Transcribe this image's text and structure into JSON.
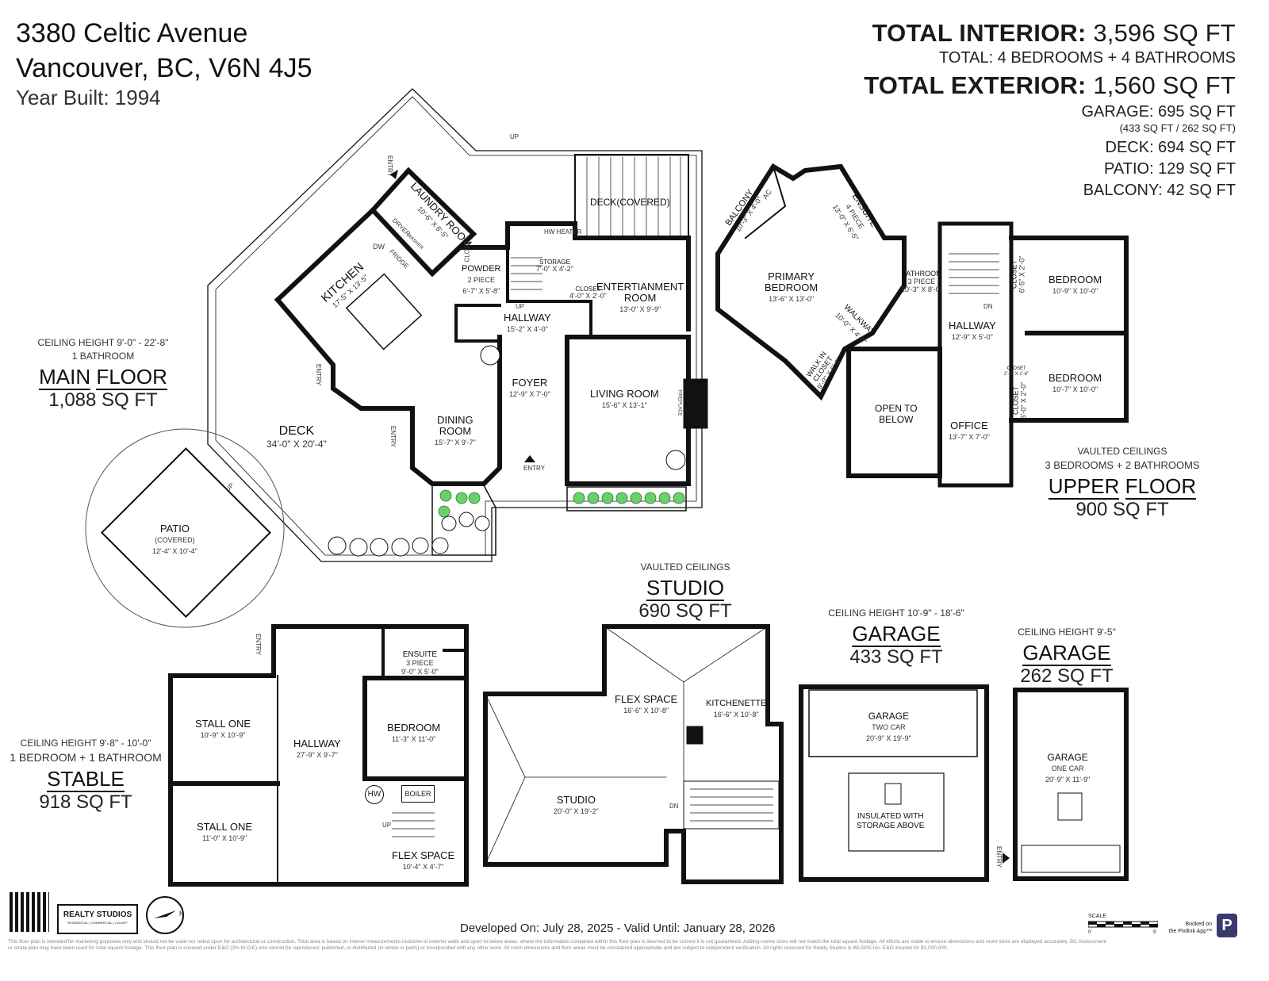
{
  "header": {
    "address_line1": "3380 Celtic Avenue",
    "address_line2": "Vancouver, BC, V6N 4J5",
    "year_built": "Year Built: 1994"
  },
  "totals": {
    "interior_label": "TOTAL INTERIOR:",
    "interior_value": "3,596 SQ FT",
    "rooms_summary": "TOTAL: 4 BEDROOMS + 4 BATHROOMS",
    "exterior_label": "TOTAL EXTERIOR:",
    "exterior_value": "1,560 SQ FT",
    "garage": "GARAGE: 695 SQ FT",
    "garage_breakdown": "(433 SQ FT / 262 SQ FT)",
    "deck": "DECK: 694 SQ FT",
    "patio": "PATIO: 129 SQ FT",
    "balcony": "BALCONY: 42 SQ FT"
  },
  "floors": {
    "main": {
      "ceiling": "CEILING HEIGHT 9'-0\" - 22'-8\"",
      "summary": "1 BATHROOM",
      "name_a": "MAIN",
      "name_b": "FLOOR",
      "area": "1,088 SQ FT"
    },
    "upper": {
      "ceiling": "VAULTED CEILINGS",
      "summary": "3 BEDROOMS + 2 BATHROOMS",
      "name_a": "UPPER",
      "name_b": "FLOOR",
      "area": "900 SQ FT"
    },
    "studio": {
      "ceiling": "VAULTED CEILINGS",
      "name": "STUDIO",
      "area": "690 SQ FT"
    },
    "garage1": {
      "ceiling": "CEILING HEIGHT 10'-9\" - 18'-6\"",
      "name": "GARAGE",
      "area": "433 SQ FT"
    },
    "garage2": {
      "ceiling": "CEILING HEIGHT 9'-5\"",
      "name": "GARAGE",
      "area": "262 SQ FT"
    },
    "stable": {
      "ceiling": "CEILING HEIGHT 9'-8\" - 10'-0\"",
      "summary": "1 BEDROOM + 1 BATHROOM",
      "name": "STABLE",
      "area": "918 SQ FT"
    }
  },
  "rooms": {
    "laundry": {
      "name": "LAUNDRY ROOM",
      "dim": "10'-6\" X 6'-5\""
    },
    "kitchen": {
      "name": "KITCHEN",
      "dim": "17'-5\" X 13'-5\""
    },
    "powder": {
      "name": "POWDER",
      "sub": "2 PIECE",
      "dim": "6'-7\" X 5'-8\""
    },
    "storage": {
      "name": "STORAGE",
      "dim": "7'-0\" X 4'-2\""
    },
    "hw_heater": "HW HEATER",
    "closet_main": {
      "name": "CLOSET",
      "dim": "4'-0\" X 2'-0\""
    },
    "deck_covered": "DECK(COVERED)",
    "entertainment": {
      "name_a": "ENTERTIANMENT",
      "name_b": "ROOM",
      "dim": "13'-0\" X 9'-9\""
    },
    "hallway_main": {
      "name": "HALLWAY",
      "dim": "15'-2\" X 4'-0\""
    },
    "foyer": {
      "name": "FOYER",
      "dim": "12'-9\" X 7'-0\""
    },
    "living": {
      "name": "LIVING ROOM",
      "dim": "15'-6\" X 13'-1\""
    },
    "fireplace": "FIREPLACE",
    "dining": {
      "name_a": "DINING",
      "name_b": "ROOM",
      "dim": "15'-7\" X 9'-7\""
    },
    "deck": {
      "name": "DECK",
      "dim": "34'-0\" X 20'-4\""
    },
    "patio": {
      "name": "PATIO",
      "sub": "(COVERED)",
      "dim": "12'-4\" X 10'-4\""
    },
    "balcony": {
      "name": "BALCONY",
      "dim": "10'-3\" X 4'-0\""
    },
    "ac": "AC",
    "ensuite_up": {
      "name": "ENSUITE",
      "sub": "4 PIECE",
      "dim": "13'-0\" X 6'-5\""
    },
    "primary": {
      "name_a": "PRIMARY",
      "name_b": "BEDROOM",
      "dim": "13'-6\" X 13'-0\""
    },
    "walkway": {
      "name": "WALKWAY",
      "dim": "10'-0\" X 4'-8\""
    },
    "walkin": {
      "name_a": "WALK IN",
      "name_b": "CLOSET",
      "dim": "9'-0\" X 6'-6\""
    },
    "bathroom_up": {
      "name": "BATHROOM",
      "sub": "3 PIECE",
      "dim": "10'-3\" X 8'-0\""
    },
    "hallway_up": {
      "name": "HALLWAY",
      "dim": "12'-9\" X 5'-0\""
    },
    "open_below": {
      "name_a": "OPEN TO",
      "name_b": "BELOW"
    },
    "office": {
      "name": "OFFICE",
      "dim": "13'-7\" X 7'-0\""
    },
    "closet_up1": {
      "name": "CLOSET",
      "dim": "6'-5\" X 2'-0\""
    },
    "bedroom_up1": {
      "name": "BEDROOM",
      "dim": "10'-9\" X 10'-0\""
    },
    "closet_up2": {
      "name": "CLOSET",
      "dim": "2'-6\" X 1'-6\""
    },
    "closet_up3": {
      "name": "CLOSET",
      "dim": "5'-0\" X 2'-0\""
    },
    "bedroom_up2": {
      "name": "BEDROOM",
      "dim": "10'-7\" X 10'-0\""
    },
    "ensuite_st": {
      "name": "ENSUITE",
      "sub": "3 PIECE",
      "dim": "9'-0\" X 5'-0\""
    },
    "stall1": {
      "name": "STALL ONE",
      "dim": "10'-9\" X 10'-9\""
    },
    "stall2": {
      "name": "STALL ONE",
      "dim": "11'-0\" X 10'-9\""
    },
    "hallway_st": {
      "name": "HALLWAY",
      "dim": "27'-9\" X 9'-7\""
    },
    "bedroom_st": {
      "name": "BEDROOM",
      "dim": "11'-3\" X 11'-0\""
    },
    "boiler": "BOILER",
    "hw": "HW",
    "flex_st": {
      "name": "FLEX SPACE",
      "dim": "10'-4\" X 4'-7\""
    },
    "flex_studio": {
      "name": "FLEX SPACE",
      "dim": "16'-6\" X 10'-8\""
    },
    "kitchenette": {
      "name": "KITCHENETTE",
      "dim": "16'-6\" X 10'-8\""
    },
    "studio_room": {
      "name": "STUDIO",
      "dim": "20'-0\" X 19'-2\""
    },
    "garage_two": {
      "name": "GARAGE",
      "sub": "TWO CAR",
      "dim": "20'-9\" X 19'-9\""
    },
    "insulated": {
      "line1": "INSULATED WITH",
      "line2": "STORAGE ABOVE"
    },
    "garage_one": {
      "name": "GARAGE",
      "sub": "ONE CAR",
      "dim": "20'-9\" X 11'-9\""
    }
  },
  "labels": {
    "entry": "ENTRY",
    "up": "UP",
    "dn": "DN",
    "dw": "DW",
    "fridge": "FRIDGE",
    "dryer": "DRYER",
    "washer": "WASHER",
    "closet": "CLOSET"
  },
  "footer": {
    "developed": "Developed On: July 28, 2025 - Valid Until: January 28, 2026",
    "brand": "REALTY STUDIOS",
    "brand_sub": "RESIDENTIAL | COMMERCIAL | LUXURY",
    "scale": "SCALE",
    "scale_0": "0'",
    "scale_5": "5'",
    "booked_line1": "Booked on",
    "booked_line2": "the Pixilink App™",
    "north": "N",
    "disclaimer": "This floor plan is intended for marketing purposes only and should not be used nor relied upon for architectural or construction. Total area is based on interior measurements inclusive of exterior walls and open to below areas, where the information contained within this floor plan is deemed to be correct it is not guaranteed. Adding rooms sizes will not match the total square footage. All efforts are made to ensure dimensions and room sizes are displayed accurately. BC Assessment or strata plan may have been used for total square footage. This floor plan is covered under E&O (3% M.O.E) and cannot be reproduced, published, or distributed (in whole or parts) or incorporated with any other work. All room dimensions and floor areas must be considered approximate and are subject to independent verification. All rights reserved for Realty Studios & WLGRS Inc. E&O insured for $1,000,000."
  },
  "colors": {
    "wall": "#111111",
    "text": "#1a1a1a",
    "plant": "#6ad06a",
    "logo_p": "#3a3a6e"
  }
}
